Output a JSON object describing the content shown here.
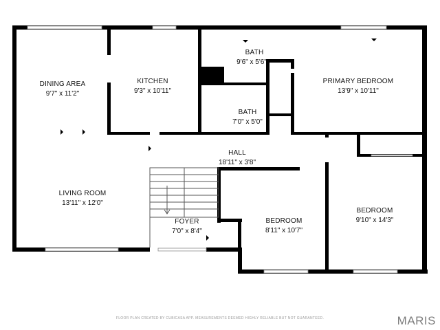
{
  "rooms": {
    "dining": {
      "name": "DINING AREA",
      "dims": "9'7\" x 11'2\""
    },
    "kitchen": {
      "name": "KITCHEN",
      "dims": "9'3\" x 10'11\""
    },
    "bath_upper": {
      "name": "BATH",
      "dims": "9'6\" x 5'6\""
    },
    "bath_lower": {
      "name": "BATH",
      "dims": "7'0\" x 5'0\""
    },
    "primary_bedroom": {
      "name": "PRIMARY BEDROOM",
      "dims": "13'9\" x 10'11\""
    },
    "hall": {
      "name": "HALL",
      "dims": "18'11\" x 3'8\""
    },
    "living": {
      "name": "LIVING ROOM",
      "dims": "13'11\" x 12'0\""
    },
    "foyer": {
      "name": "FOYER",
      "dims": "7'0\" x 8'4\""
    },
    "bedroom_center": {
      "name": "BEDROOM",
      "dims": "8'11\" x 10'7\""
    },
    "bedroom_right": {
      "name": "BEDROOM",
      "dims": "9'10\" x 14'3\""
    }
  },
  "footer": {
    "disclaimer": "FLOOR PLAN CREATED BY CUBICASA APP. MEASUREMENTS DEEMED HIGHLY RELIABLE BUT NOT GUARANTEED."
  },
  "brand": {
    "logo_text": "MARIS"
  }
}
